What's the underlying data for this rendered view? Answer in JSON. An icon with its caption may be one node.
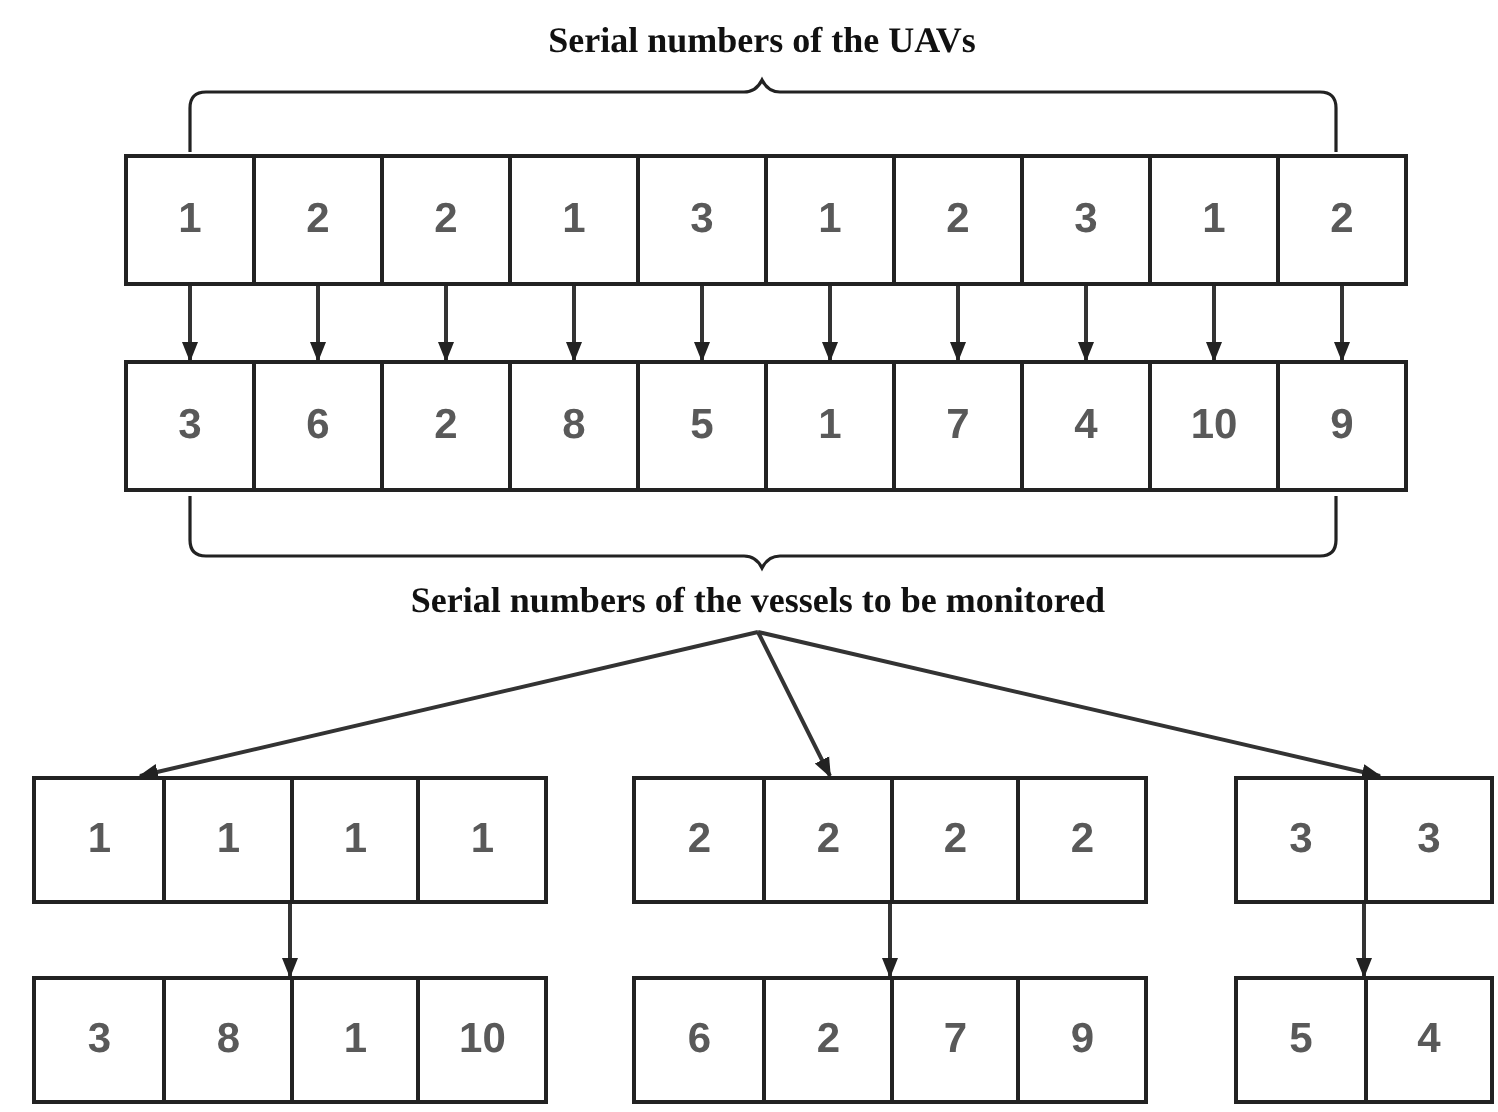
{
  "diagram": {
    "nodes": [
      {
        "text": [
          "Serial numbers of the vessels to be monitored"
        ]
      },
      {
        "text": [
          "1"
        ]
      },
      {
        "text": [
          "2"
        ]
      },
      {
        "text": [
          "2"
        ]
      },
      {
        "text": [
          "1"
        ]
      },
      {
        "text": [
          "3"
        ]
      },
      {
        "text": [
          "1"
        ]
      },
      {
        "text": [
          "2"
        ]
      },
      {
        "text": [
          "3"
        ]
      },
      {
        "text": [
          "1"
        ]
      },
      {
        "text": [
          "2"
        ]
      },
      {
        "text": [
          "3"
        ]
      },
      {
        "text": [
          "6"
        ]
      },
      {
        "text": [
          "2"
        ]
      },
      {
        "text": [
          "8"
        ]
      },
      {
        "text": [
          "5"
        ]
      },
      {
        "text": [
          "1"
        ]
      },
      {
        "text": [
          "7"
        ]
      },
      {
        "text": [
          "4"
        ]
      },
      {
        "text": [
          "10"
        ]
      },
      {
        "text": [
          "9"
        ]
      },
      {
        "text": [],
        "shape": "box"
      },
      {
        "text": [
          "1"
        ],
        "in": 21
      },
      {
        "text": [
          "1"
        ],
        "in": 21
      },
      {
        "text": [
          "1"
        ],
        "in": 21
      },
      {
        "text": [
          "1"
        ],
        "in": 21
      },
      {
        "text": [],
        "shape": "box"
      },
      {
        "text": [
          "3"
        ],
        "in": 26
      },
      {
        "text": [
          "8"
        ],
        "in": 26
      },
      {
        "text": [
          "1"
        ],
        "in": 26
      },
      {
        "text": [
          "10"
        ],
        "in": 26
      },
      {
        "text": [],
        "shape": "box"
      },
      {
        "text": [
          "2"
        ],
        "in": 31
      },
      {
        "text": [
          "2"
        ],
        "in": 31
      },
      {
        "text": [
          "2"
        ],
        "in": 31
      },
      {
        "text": [
          "2"
        ],
        "in": 31
      },
      {
        "text": [],
        "shape": "box"
      },
      {
        "text": [
          "6"
        ],
        "in": 36
      },
      {
        "text": [
          "2"
        ],
        "in": 36
      },
      {
        "text": [
          "7"
        ],
        "in": 36
      },
      {
        "text": [
          "9"
        ],
        "in": 36
      },
      {
        "text": [],
        "shape": "box"
      },
      {
        "text": [
          "3"
        ],
        "in": 41
      },
      {
        "text": [
          "3"
        ],
        "in": 41
      },
      {
        "text": [],
        "shape": "box"
      },
      {
        "text": [
          "5"
        ],
        "in": 44
      },
      {
        "text": [
          "4"
        ],
        "in": 44
      }
    ],
    "edges": [
      {
        "from": 1,
        "to": 11,
        "arrow": "to"
      },
      {
        "from": 2,
        "to": 12,
        "arrow": "to"
      },
      {
        "from": 3,
        "to": 13,
        "arrow": "to"
      },
      {
        "from": 4,
        "to": 14,
        "arrow": "to"
      },
      {
        "from": 5,
        "to": 15,
        "arrow": "to"
      },
      {
        "from": 6,
        "to": 16,
        "arrow": "to"
      },
      {
        "from": 7,
        "to": 17,
        "arrow": "to"
      },
      {
        "from": 8,
        "to": 18,
        "arrow": "to"
      },
      {
        "from": 9,
        "to": 19,
        "arrow": "to"
      },
      {
        "from": 10,
        "to": 20,
        "arrow": "to"
      },
      {
        "from": 0,
        "to": 21,
        "arrow": "to"
      },
      {
        "from": 0,
        "to": 31,
        "arrow": "to"
      },
      {
        "from": 0,
        "to": 41,
        "arrow": "to"
      },
      {
        "from": 21,
        "to": 26,
        "arrow": "to"
      },
      {
        "from": 31,
        "to": 36,
        "arrow": "to"
      },
      {
        "from": 41,
        "to": 44,
        "arrow": "to"
      }
    ],
    "labels": [
      "Serial numbers of the UAVs"
    ]
  }
}
